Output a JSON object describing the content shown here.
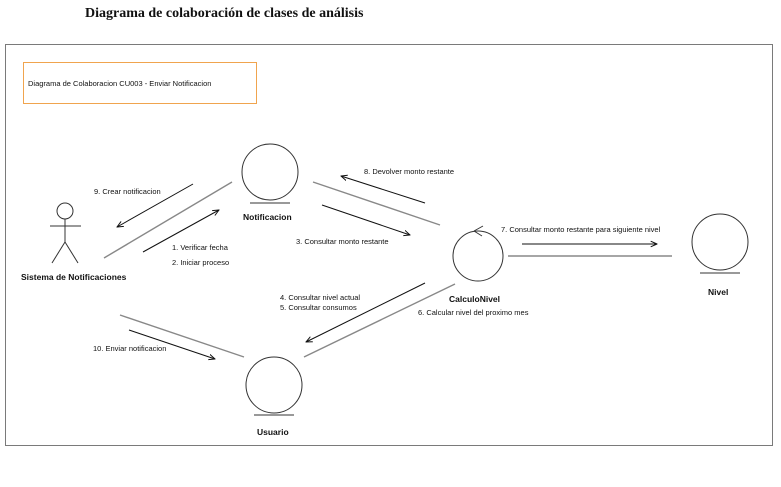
{
  "page": {
    "heading": "Diagrama de colaboración de clases de análisis"
  },
  "diagram": {
    "title": "Diagrama de Colaboracion CU003 - Enviar Notificacion",
    "actor": {
      "name": "Sistema de Notificaciones"
    },
    "objects": {
      "notificacion": "Notificacion",
      "calculo_nivel": "CalculoNivel",
      "nivel": "Nivel",
      "usuario": "Usuario"
    },
    "messages": {
      "m1": "1. Verificar fecha",
      "m2": "2. Iniciar proceso",
      "m3": "3. Consultar monto restante",
      "m4": "4. Consultar nivel actual",
      "m5": "5. Consultar consumos",
      "m6": "6. Calcular nivel del proximo mes",
      "m7": "7. Consultar monto restante para siguiente nivel",
      "m8": "8. Devolver monto restante",
      "m9": "9. Crear notificacion",
      "m10": "10. Enviar notificacion"
    },
    "colors": {
      "title_border": "#f0a44e",
      "link_line": "#888888",
      "arrow": "#111111"
    }
  }
}
